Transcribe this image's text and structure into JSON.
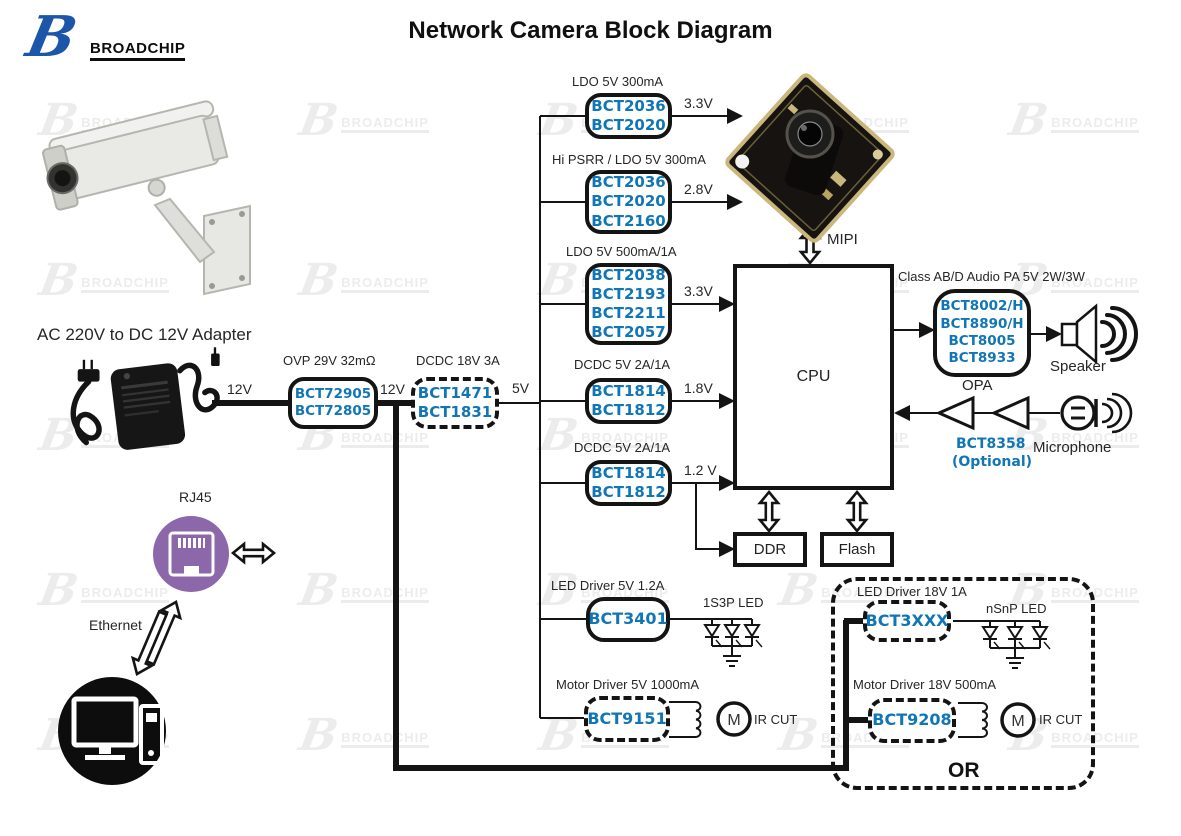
{
  "title": "Network Camera Block Diagram",
  "logo": {
    "b": "B",
    "text": "BROADCHIP"
  },
  "adapter": {
    "label": "AC 220V to DC 12V Adapter"
  },
  "wire_labels": {
    "v12_in": "12V",
    "v12_mid": "12V",
    "v5": "5V",
    "mipi": "MIPI"
  },
  "ovp": {
    "label": "OVP 29V 32mΩ",
    "parts": [
      "BCT72905",
      "BCT72805"
    ]
  },
  "dcdc18": {
    "label": "DCDC 18V 3A",
    "parts": [
      "BCT1471",
      "BCT1831"
    ]
  },
  "regulators": [
    {
      "label": "LDO 5V 300mA",
      "parts": [
        "BCT2036",
        "BCT2020"
      ],
      "out": "3.3V"
    },
    {
      "label": "Hi PSRR / LDO 5V 300mA",
      "parts": [
        "BCT2036",
        "BCT2020",
        "BCT2160"
      ],
      "out": "2.8V"
    },
    {
      "label": "LDO 5V 500mA/1A",
      "parts": [
        "BCT2038",
        "BCT2193",
        "BCT2211",
        "BCT2057"
      ],
      "out": "3.3V"
    },
    {
      "label": "DCDC 5V 2A/1A",
      "parts": [
        "BCT1814",
        "BCT1812"
      ],
      "out": "1.8V"
    },
    {
      "label": "DCDC 5V 2A/1A",
      "parts": [
        "BCT1814",
        "BCT1812"
      ],
      "out": "1.2 V"
    }
  ],
  "cpu": {
    "label": "CPU"
  },
  "memory": {
    "ddr": "DDR",
    "flash": "Flash"
  },
  "audio": {
    "label": "Class AB/D Audio PA 5V 2W/3W",
    "parts": [
      "BCT8002/H",
      "BCT8890/H",
      "BCT8005",
      "BCT8933"
    ],
    "sub": "OPA",
    "speaker": "Speaker"
  },
  "mic": {
    "part": "BCT8358",
    "optional": "(Optional)",
    "label": "Microphone"
  },
  "led5": {
    "label": "LED Driver 5V 1.2A",
    "part": "BCT3401",
    "led": "1S3P LED"
  },
  "motor5": {
    "label": "Motor Driver 5V 1000mA",
    "part": "BCT9151",
    "m": "M",
    "ircut": "IR CUT"
  },
  "alt": {
    "or": "OR",
    "led18": {
      "label": "LED Driver 18V 1A",
      "part": "BCT3XXX",
      "led": "nSnP LED"
    },
    "motor18": {
      "label": "Motor Driver 18V 500mA",
      "part": "BCT9208",
      "m": "M",
      "ircut": "IR CUT"
    }
  },
  "network": {
    "rj45": "RJ45",
    "ethernet": "Ethernet"
  },
  "colors": {
    "part_blue": "#1176b5",
    "purple": "#8c68aa",
    "line": "#141414"
  }
}
